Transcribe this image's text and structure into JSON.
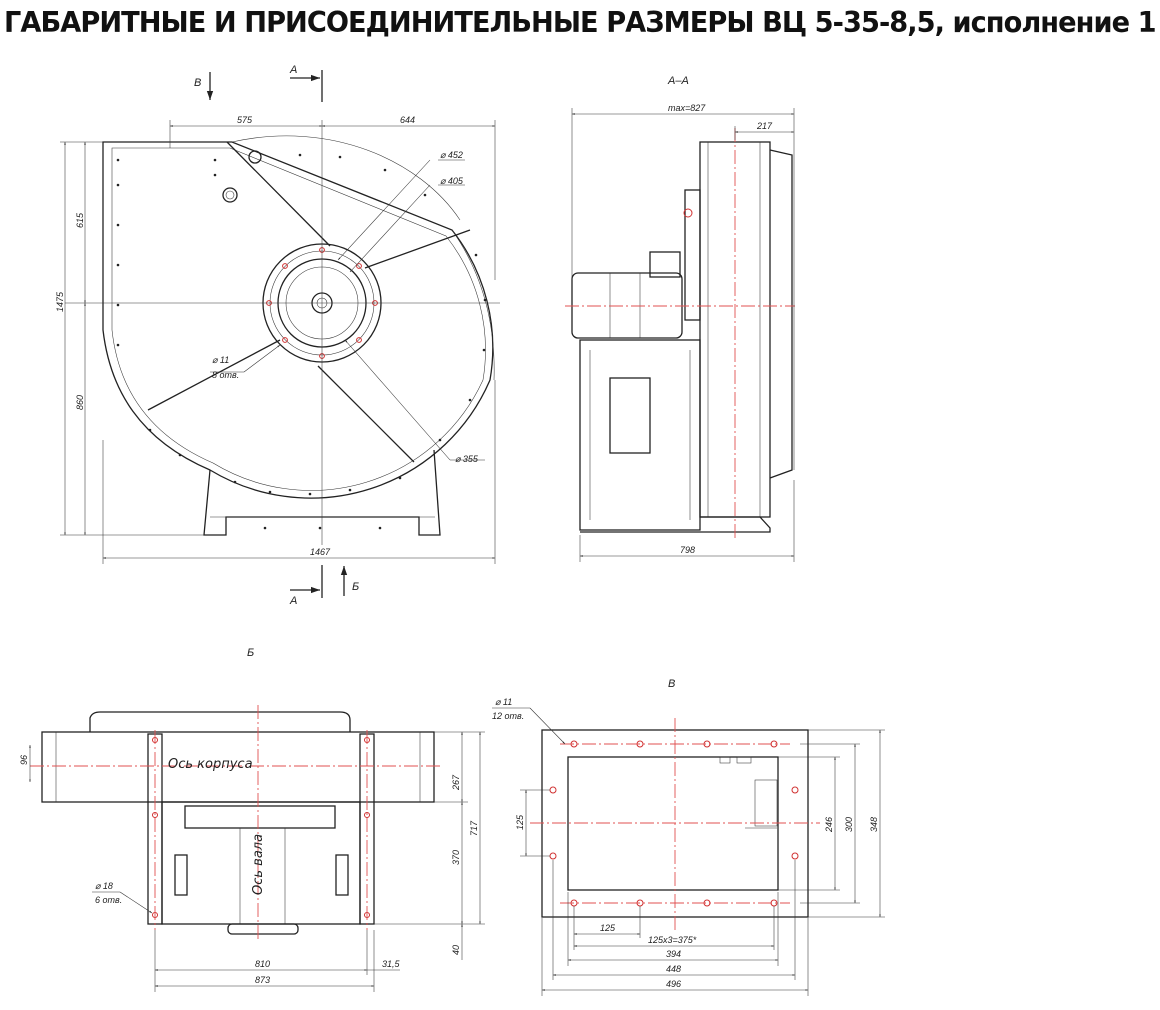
{
  "title": "ГАБАРИТНЫЕ И ПРИСОЕДИНИТЕЛЬНЫЕ РАЗМЕРЫ ВЦ 5-35-8,5, исполнение 1",
  "views": {
    "front": {
      "arrow_v": "В",
      "section_a_top": "А",
      "section_a_bottom": "А",
      "arrow_b": "Б",
      "dim_575": "575",
      "dim_644": "644",
      "dim_615": "615",
      "dim_1475": "1475",
      "dim_860": "860",
      "dim_1467": "1467",
      "d452": "⌀ 452",
      "d405": "⌀ 405",
      "d355": "⌀ 355",
      "hole_d": "⌀ 11",
      "hole_n": "8 отв."
    },
    "section": {
      "label": "А–А",
      "max": "max=827",
      "dim_217": "217",
      "dim_798": "798"
    },
    "view_b": {
      "label": "Б",
      "axis_body": "Ось корпуса",
      "axis_shaft": "Ось вала",
      "dim_96": "96",
      "dim_267": "267",
      "dim_717": "717",
      "dim_370": "370",
      "dim_40": "40",
      "dim_810": "810",
      "dim_873": "873",
      "dim_315": "31,5",
      "hole_d": "⌀ 18",
      "hole_n": "6 отв."
    },
    "view_v": {
      "label": "В",
      "hole_d": "⌀ 11",
      "hole_n": "12 отв.",
      "dim_125v": "125",
      "dim_246": "246",
      "dim_300": "300",
      "dim_348": "348",
      "dim_125h": "125",
      "dim_375": "125x3=375*",
      "dim_394": "394",
      "dim_448": "448",
      "dim_496": "496"
    }
  }
}
